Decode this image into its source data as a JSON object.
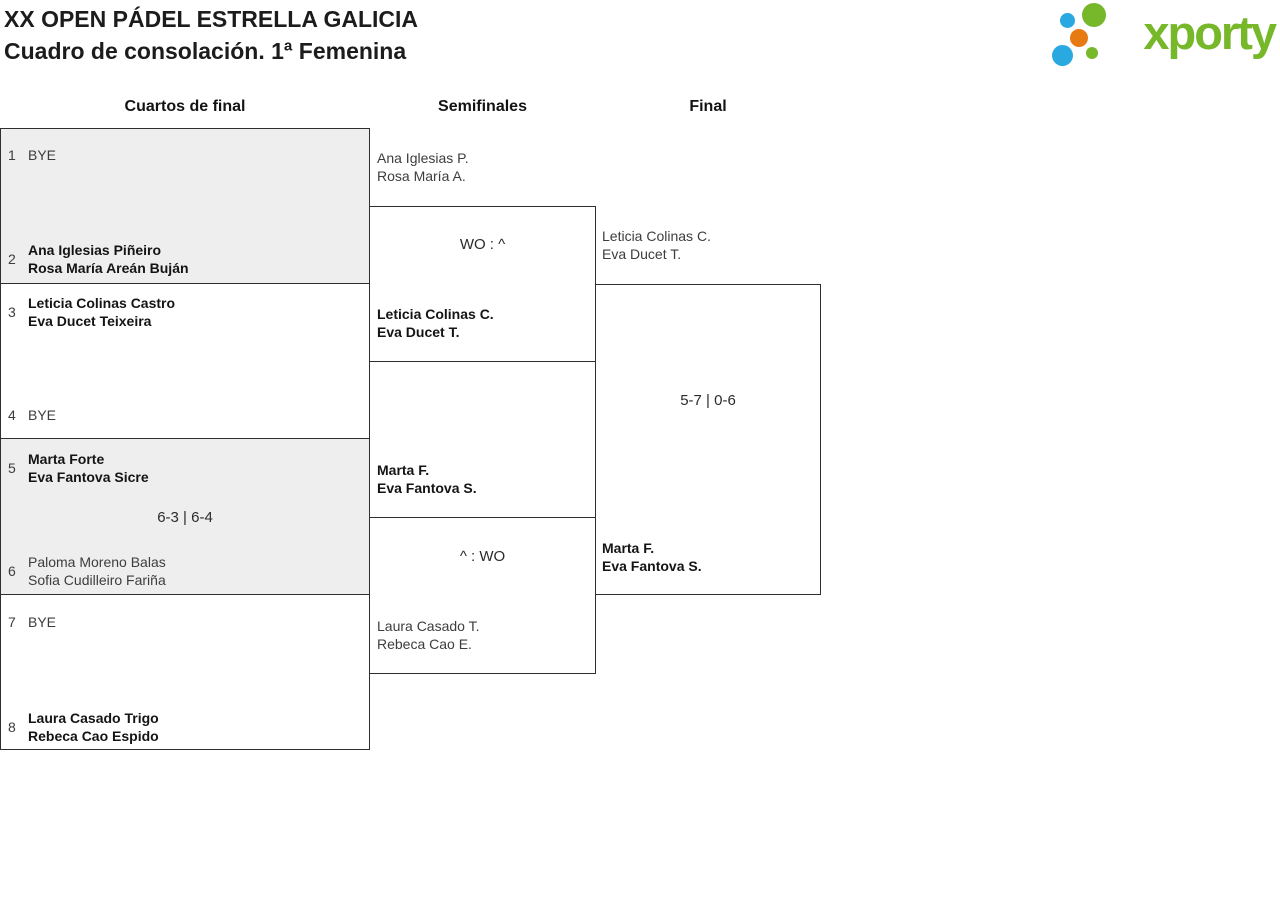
{
  "header": {
    "title_line1": "XX OPEN PÁDEL ESTRELLA GALICIA",
    "title_line2": "Cuadro de consolación. 1ª Femenina"
  },
  "logo": {
    "brand": "xporty"
  },
  "colors": {
    "brand_green": "#76b82a",
    "brand_blue": "#29a9e0",
    "brand_orange": "#e87a14",
    "box_fill": "#eeeeee",
    "box_border": "#2e2e33"
  },
  "round_headers": {
    "quarterfinals": "Cuartos de final",
    "semifinals": "Semifinales",
    "final": "Final"
  },
  "bracket": {
    "quarterfinals": [
      {
        "top_seed": "1",
        "top_team": [
          "BYE"
        ],
        "bottom_seed": "2",
        "bottom_team": [
          "Ana Iglesias Piñeiro",
          "Rosa María Areán Buján"
        ]
      },
      {
        "top_seed": "3",
        "top_team": [
          "Leticia Colinas Castro",
          "Eva Ducet Teixeira"
        ],
        "bottom_seed": "4",
        "bottom_team": [
          "BYE"
        ]
      },
      {
        "top_seed": "5",
        "top_team": [
          "Marta Forte",
          "Eva Fantova Sicre"
        ],
        "score": "6-3 | 6-4",
        "bottom_seed": "6",
        "bottom_team": [
          "Paloma Moreno Balas",
          "Sofia Cudilleiro Fariña"
        ]
      },
      {
        "top_seed": "7",
        "top_team": [
          "BYE"
        ],
        "bottom_seed": "8",
        "bottom_team": [
          "Laura Casado Trigo",
          "Rebeca Cao Espido"
        ]
      }
    ],
    "semifinals": [
      {
        "entrant_top": [
          "Ana Iglesias P.",
          "Rosa María A."
        ],
        "score": "WO : ^",
        "entrant_bottom": [
          "Leticia Colinas C.",
          "Eva Ducet T."
        ]
      },
      {
        "entrant_top": [
          "Marta F.",
          "Eva Fantova S."
        ],
        "score": "^ : WO",
        "entrant_bottom": [
          "Laura Casado T.",
          "Rebeca Cao E."
        ]
      }
    ],
    "final": {
      "entrant_top": [
        "Leticia Colinas C.",
        "Eva Ducet T."
      ],
      "score": "5-7 | 0-6",
      "champion": [
        "Marta F.",
        "Eva Fantova S."
      ]
    }
  }
}
